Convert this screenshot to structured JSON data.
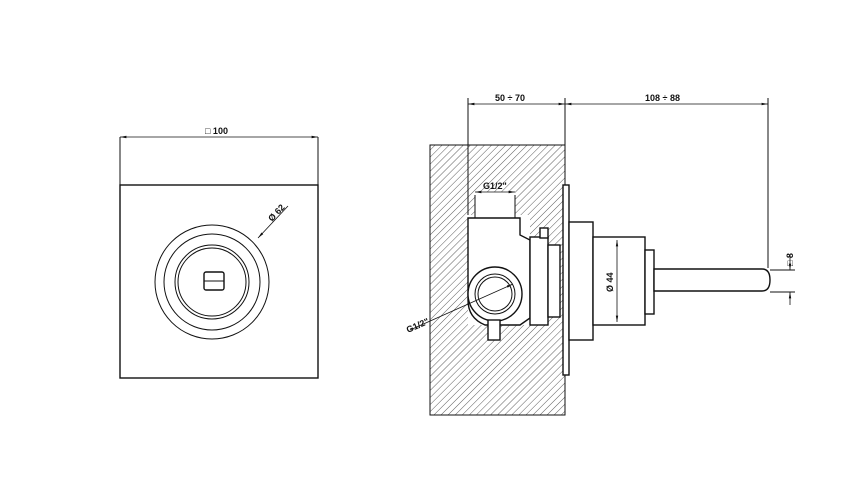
{
  "front_view": {
    "width_label": "□ 100",
    "diameter_label": "Ø 62"
  },
  "side_view": {
    "wall_depth_label": "50 ÷ 70",
    "projection_label": "108 ÷ 88",
    "top_thread_label": "G1/2\"",
    "side_thread_label": "G1/2\"",
    "flange_diameter_label": "Ø 44",
    "handle_square_label": "□ 8"
  },
  "colors": {
    "line": "#111111",
    "background": "#ffffff"
  }
}
